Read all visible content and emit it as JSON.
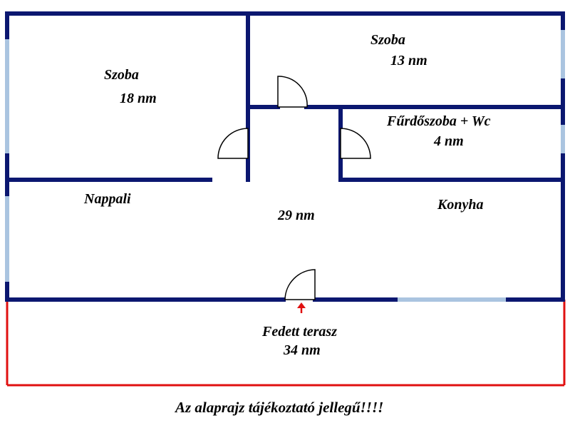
{
  "colors": {
    "wall": "#0b1770",
    "window": "#aac4e0",
    "terrace_outline": "#e01010",
    "door_line": "#000000",
    "entry_arrow": "#e01010",
    "text": "#000000"
  },
  "rooms": {
    "szoba_left": {
      "name": "Szoba",
      "area": "18 nm"
    },
    "szoba_right": {
      "name": "Szoba",
      "area": "13 nm"
    },
    "bathroom": {
      "name": "Fűrdőszoba + Wc",
      "area": "4 nm"
    },
    "living": {
      "name": "Nappali",
      "area": "29 nm"
    },
    "kitchen": {
      "name": "Konyha"
    },
    "terrace": {
      "name": "Fedett terasz",
      "area": "34 nm"
    }
  },
  "note": "Az alaprajz tájékoztató jellegű!!!!"
}
